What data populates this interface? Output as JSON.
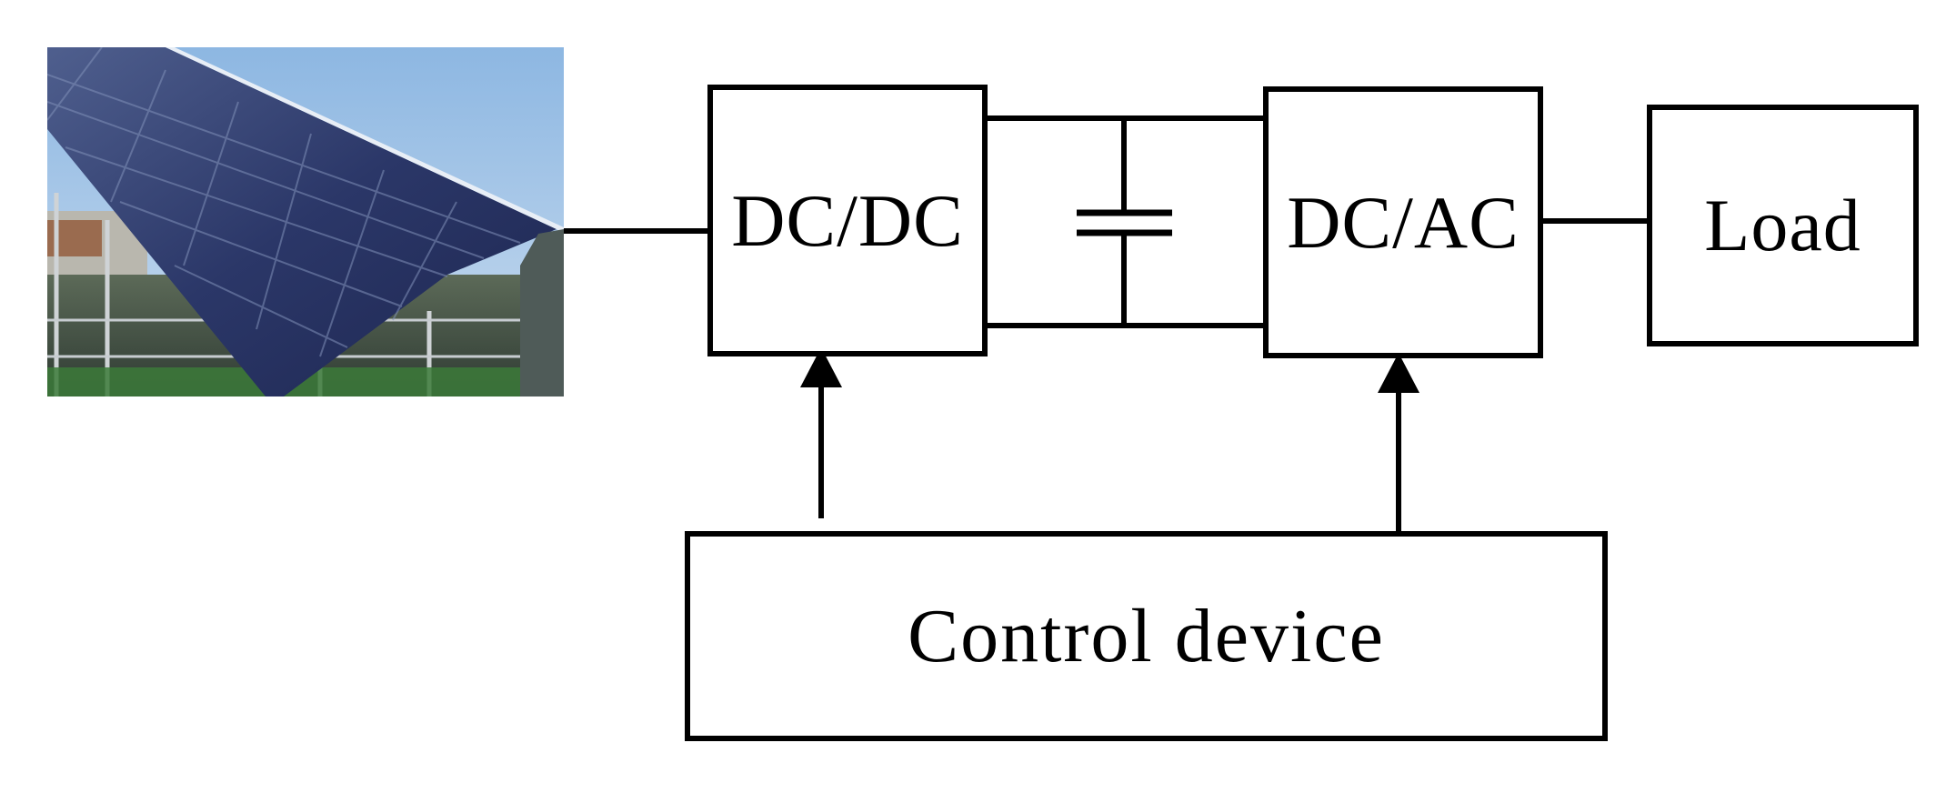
{
  "blocks": {
    "dcdc": "DC/DC",
    "dcac": "DC/AC",
    "load": "Load",
    "control": "Control device"
  },
  "icons": {
    "source": "solar-panel-photo",
    "link_component": "capacitor-icon"
  },
  "colors": {
    "stroke": "#000000",
    "sky": "#9fc4e8",
    "panel": "#2c3a6e"
  }
}
